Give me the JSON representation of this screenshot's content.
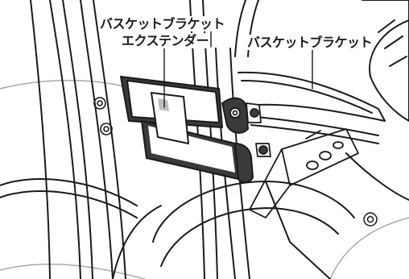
{
  "callouts": {
    "extender_line1": "バスケットブラケット",
    "extender_line2": "エクステンダー",
    "bracket": "バスケットブラケット"
  },
  "colors": {
    "line": "#1a1a1a",
    "fill": "#ffffff",
    "metal": "#3a3a3a",
    "shade": "#bdbdbd"
  }
}
